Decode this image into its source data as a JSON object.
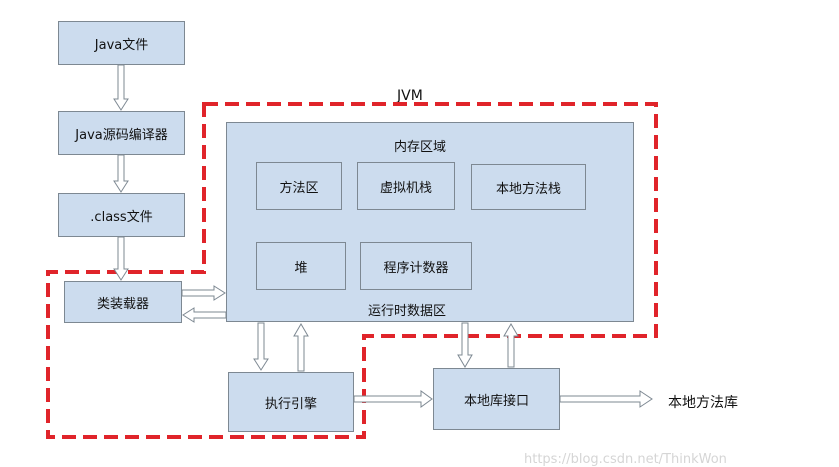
{
  "diagram": {
    "jvm_label": "JVM",
    "java_file": "Java文件",
    "java_compiler": "Java源码编译器",
    "class_file": ".class文件",
    "class_loader": "类装载器",
    "memory_area": {
      "title": "内存区域",
      "method_area": "方法区",
      "vm_stack": "虚拟机栈",
      "native_method_stack": "本地方法栈",
      "heap": "堆",
      "program_counter": "程序计数器",
      "runtime_data_area": "运行时数据区"
    },
    "execution_engine": "执行引擎",
    "native_interface": "本地库接口",
    "native_library": "本地方法库",
    "watermark": "https://blog.csdn.net/ThinkWon"
  }
}
